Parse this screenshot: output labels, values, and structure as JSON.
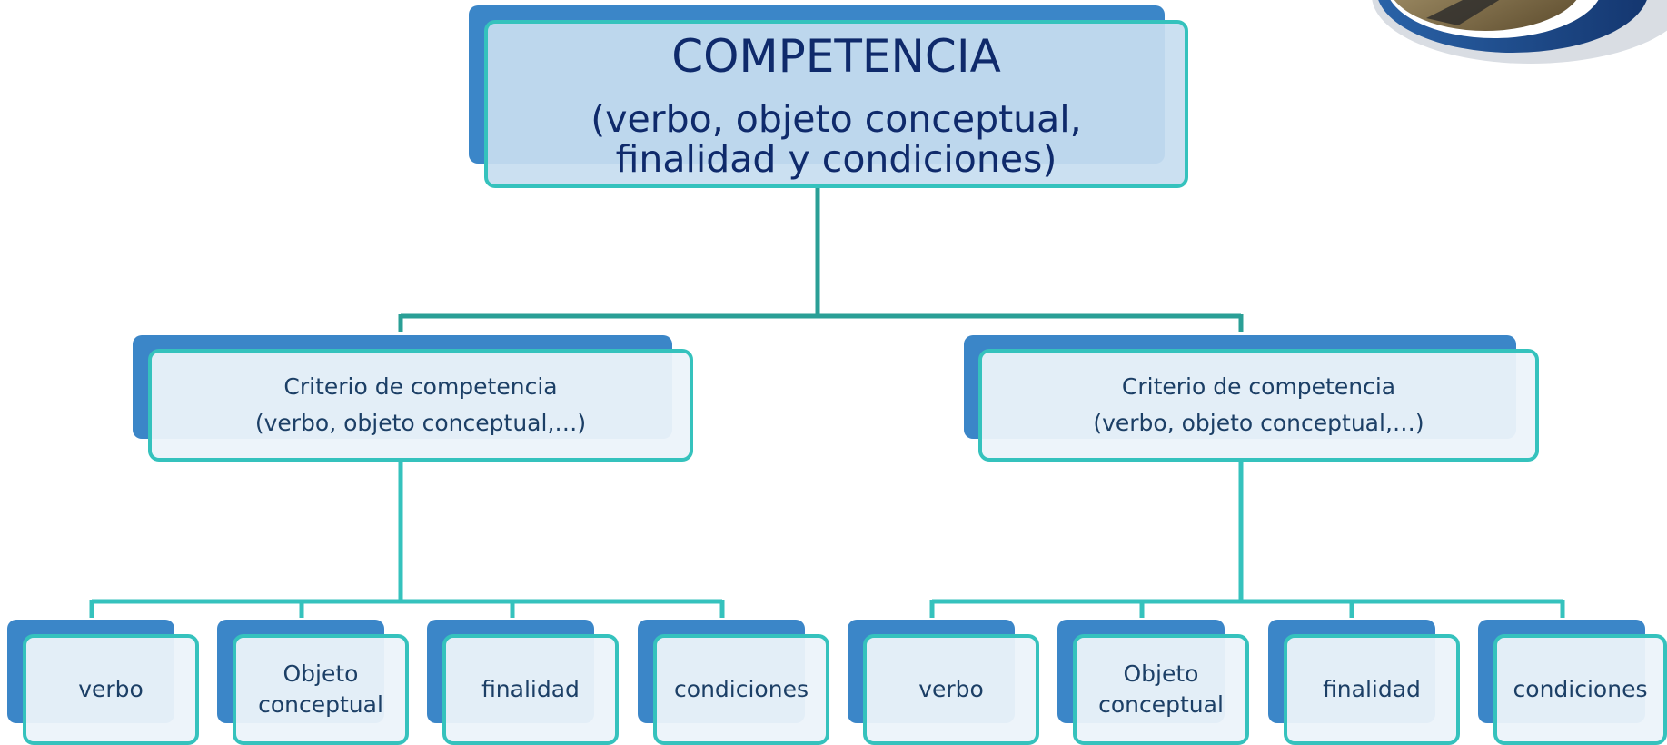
{
  "diagram": {
    "root": {
      "title": "COMPETENCIA",
      "subtitle_line1": "(verbo, objeto conceptual,",
      "subtitle_line2": "finalidad y condiciones)"
    },
    "branches": [
      {
        "criterion_line1": "Criterio de competencia",
        "criterion_line2": "(verbo, objeto conceptual,…)",
        "components": [
          {
            "line1": "verbo",
            "line2": ""
          },
          {
            "line1": "Objeto",
            "line2": "conceptual"
          },
          {
            "line1": "finalidad",
            "line2": ""
          },
          {
            "line1": "condiciones",
            "line2": ""
          }
        ]
      },
      {
        "criterion_line1": "Criterio de competencia",
        "criterion_line2": "(verbo, objeto conceptual,…)",
        "components": [
          {
            "line1": "verbo",
            "line2": ""
          },
          {
            "line1": "Objeto",
            "line2": "conceptual"
          },
          {
            "line1": "finalidad",
            "line2": ""
          },
          {
            "line1": "condiciones",
            "line2": ""
          }
        ]
      }
    ],
    "colors": {
      "connector": "#2a9f96",
      "connector_lower": "#35c2bd",
      "box_border": "#35c2bd",
      "box_shadow": "#3b86c8",
      "root_fill": "#c7def0",
      "child_fill": "#ecf3fa",
      "root_text": "#0f2a6b",
      "child_text": "#1c3f66"
    },
    "corner_image": "decorative-photo-icon"
  }
}
